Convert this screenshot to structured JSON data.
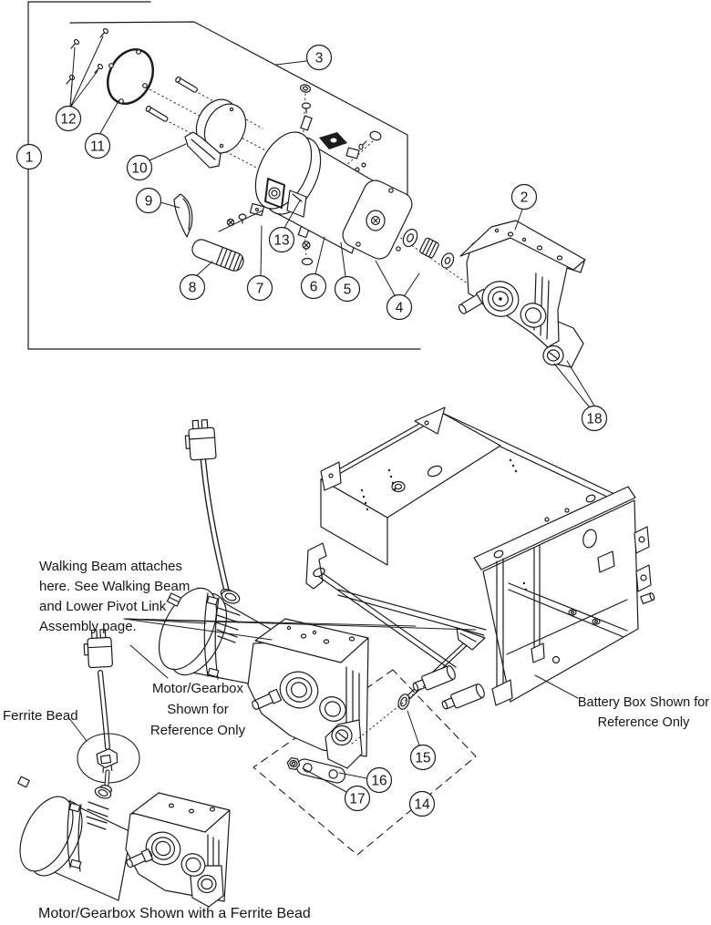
{
  "diagram": {
    "type": "exploded-parts-diagram",
    "callouts": [
      {
        "id": 1,
        "label": "1"
      },
      {
        "id": 2,
        "label": "2"
      },
      {
        "id": 3,
        "label": "3"
      },
      {
        "id": 4,
        "label": "4"
      },
      {
        "id": 5,
        "label": "5"
      },
      {
        "id": 6,
        "label": "6"
      },
      {
        "id": 7,
        "label": "7"
      },
      {
        "id": 8,
        "label": "8"
      },
      {
        "id": 9,
        "label": "9"
      },
      {
        "id": 10,
        "label": "10"
      },
      {
        "id": 11,
        "label": "11"
      },
      {
        "id": 12,
        "label": "12"
      },
      {
        "id": 13,
        "label": "13"
      },
      {
        "id": 14,
        "label": "14"
      },
      {
        "id": 15,
        "label": "15"
      },
      {
        "id": 16,
        "label": "16"
      },
      {
        "id": 17,
        "label": "17"
      },
      {
        "id": 18,
        "label": "18"
      }
    ],
    "notes": {
      "walking_beam": [
        "Walking Beam attaches",
        "here. See Walking Beam",
        "and Lower Pivot Link",
        "Assembly page."
      ],
      "ferrite_bead_label": "Ferrite Bead",
      "motor_reference": [
        "Motor/Gearbox",
        "Shown for",
        "Reference Only"
      ],
      "battery_reference": [
        "Battery Box Shown for",
        "Reference Only"
      ],
      "bottom_caption": "Motor/Gearbox Shown with a Ferrite Bead"
    },
    "colors": {
      "line": "#1c1c1c",
      "background": "#ffffff"
    }
  }
}
